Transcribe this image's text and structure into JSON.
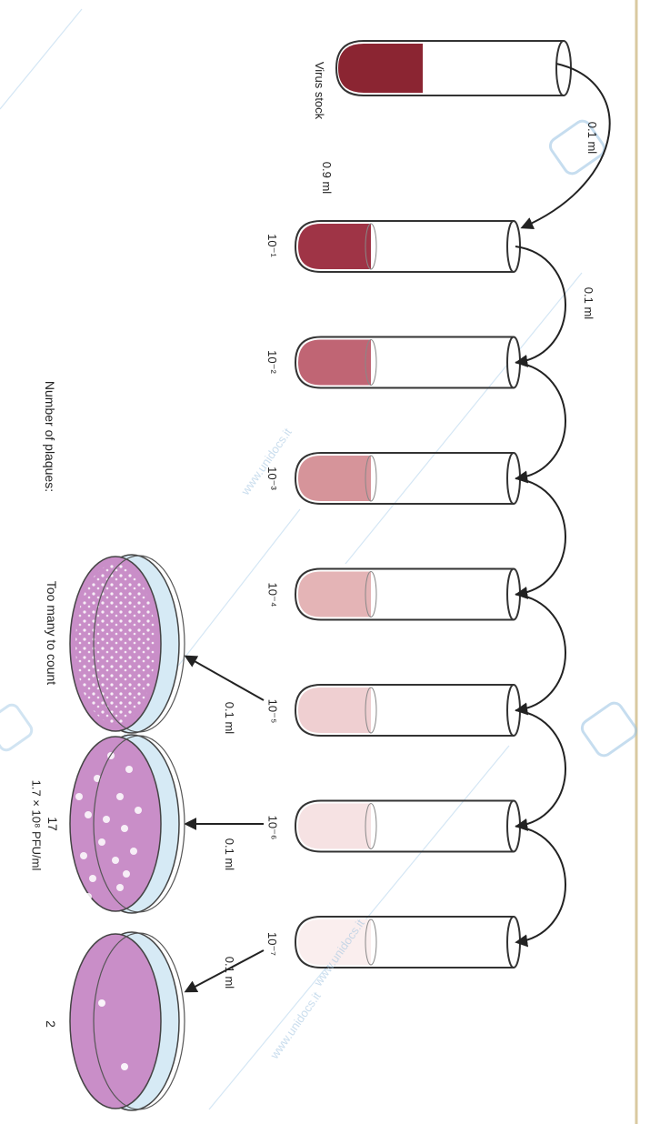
{
  "stock_label": "Virus stock",
  "transfer_volume_labels": {
    "stock_to_first": "0.1 ml",
    "between_tubes": "0.1 ml",
    "diluent": "0.9 ml"
  },
  "tubes": [
    {
      "dilution": "10⁻¹",
      "fill": "#9f3446"
    },
    {
      "dilution": "10⁻²",
      "fill": "#c06574"
    },
    {
      "dilution": "10⁻³",
      "fill": "#d6949a"
    },
    {
      "dilution": "10⁻⁴",
      "fill": "#e4b4b6"
    },
    {
      "dilution": "10⁻⁵",
      "fill": "#efcfd1"
    },
    {
      "dilution": "10⁻⁶",
      "fill": "#f6e2e3"
    },
    {
      "dilution": "10⁻⁷",
      "fill": "#faeeee"
    }
  ],
  "stock_fill": "#8b2532",
  "plate_transfer_label": "0.1 ml",
  "plaques_heading": "Number of plaques:",
  "plates": [
    {
      "count": "Too many to count",
      "result": ""
    },
    {
      "count": "17",
      "result": "1.7 × 10⁸ PFU/ml"
    },
    {
      "count": "2",
      "result": ""
    }
  ],
  "plate_color": "#c98ec8",
  "watermark": "www.unidocs.it"
}
